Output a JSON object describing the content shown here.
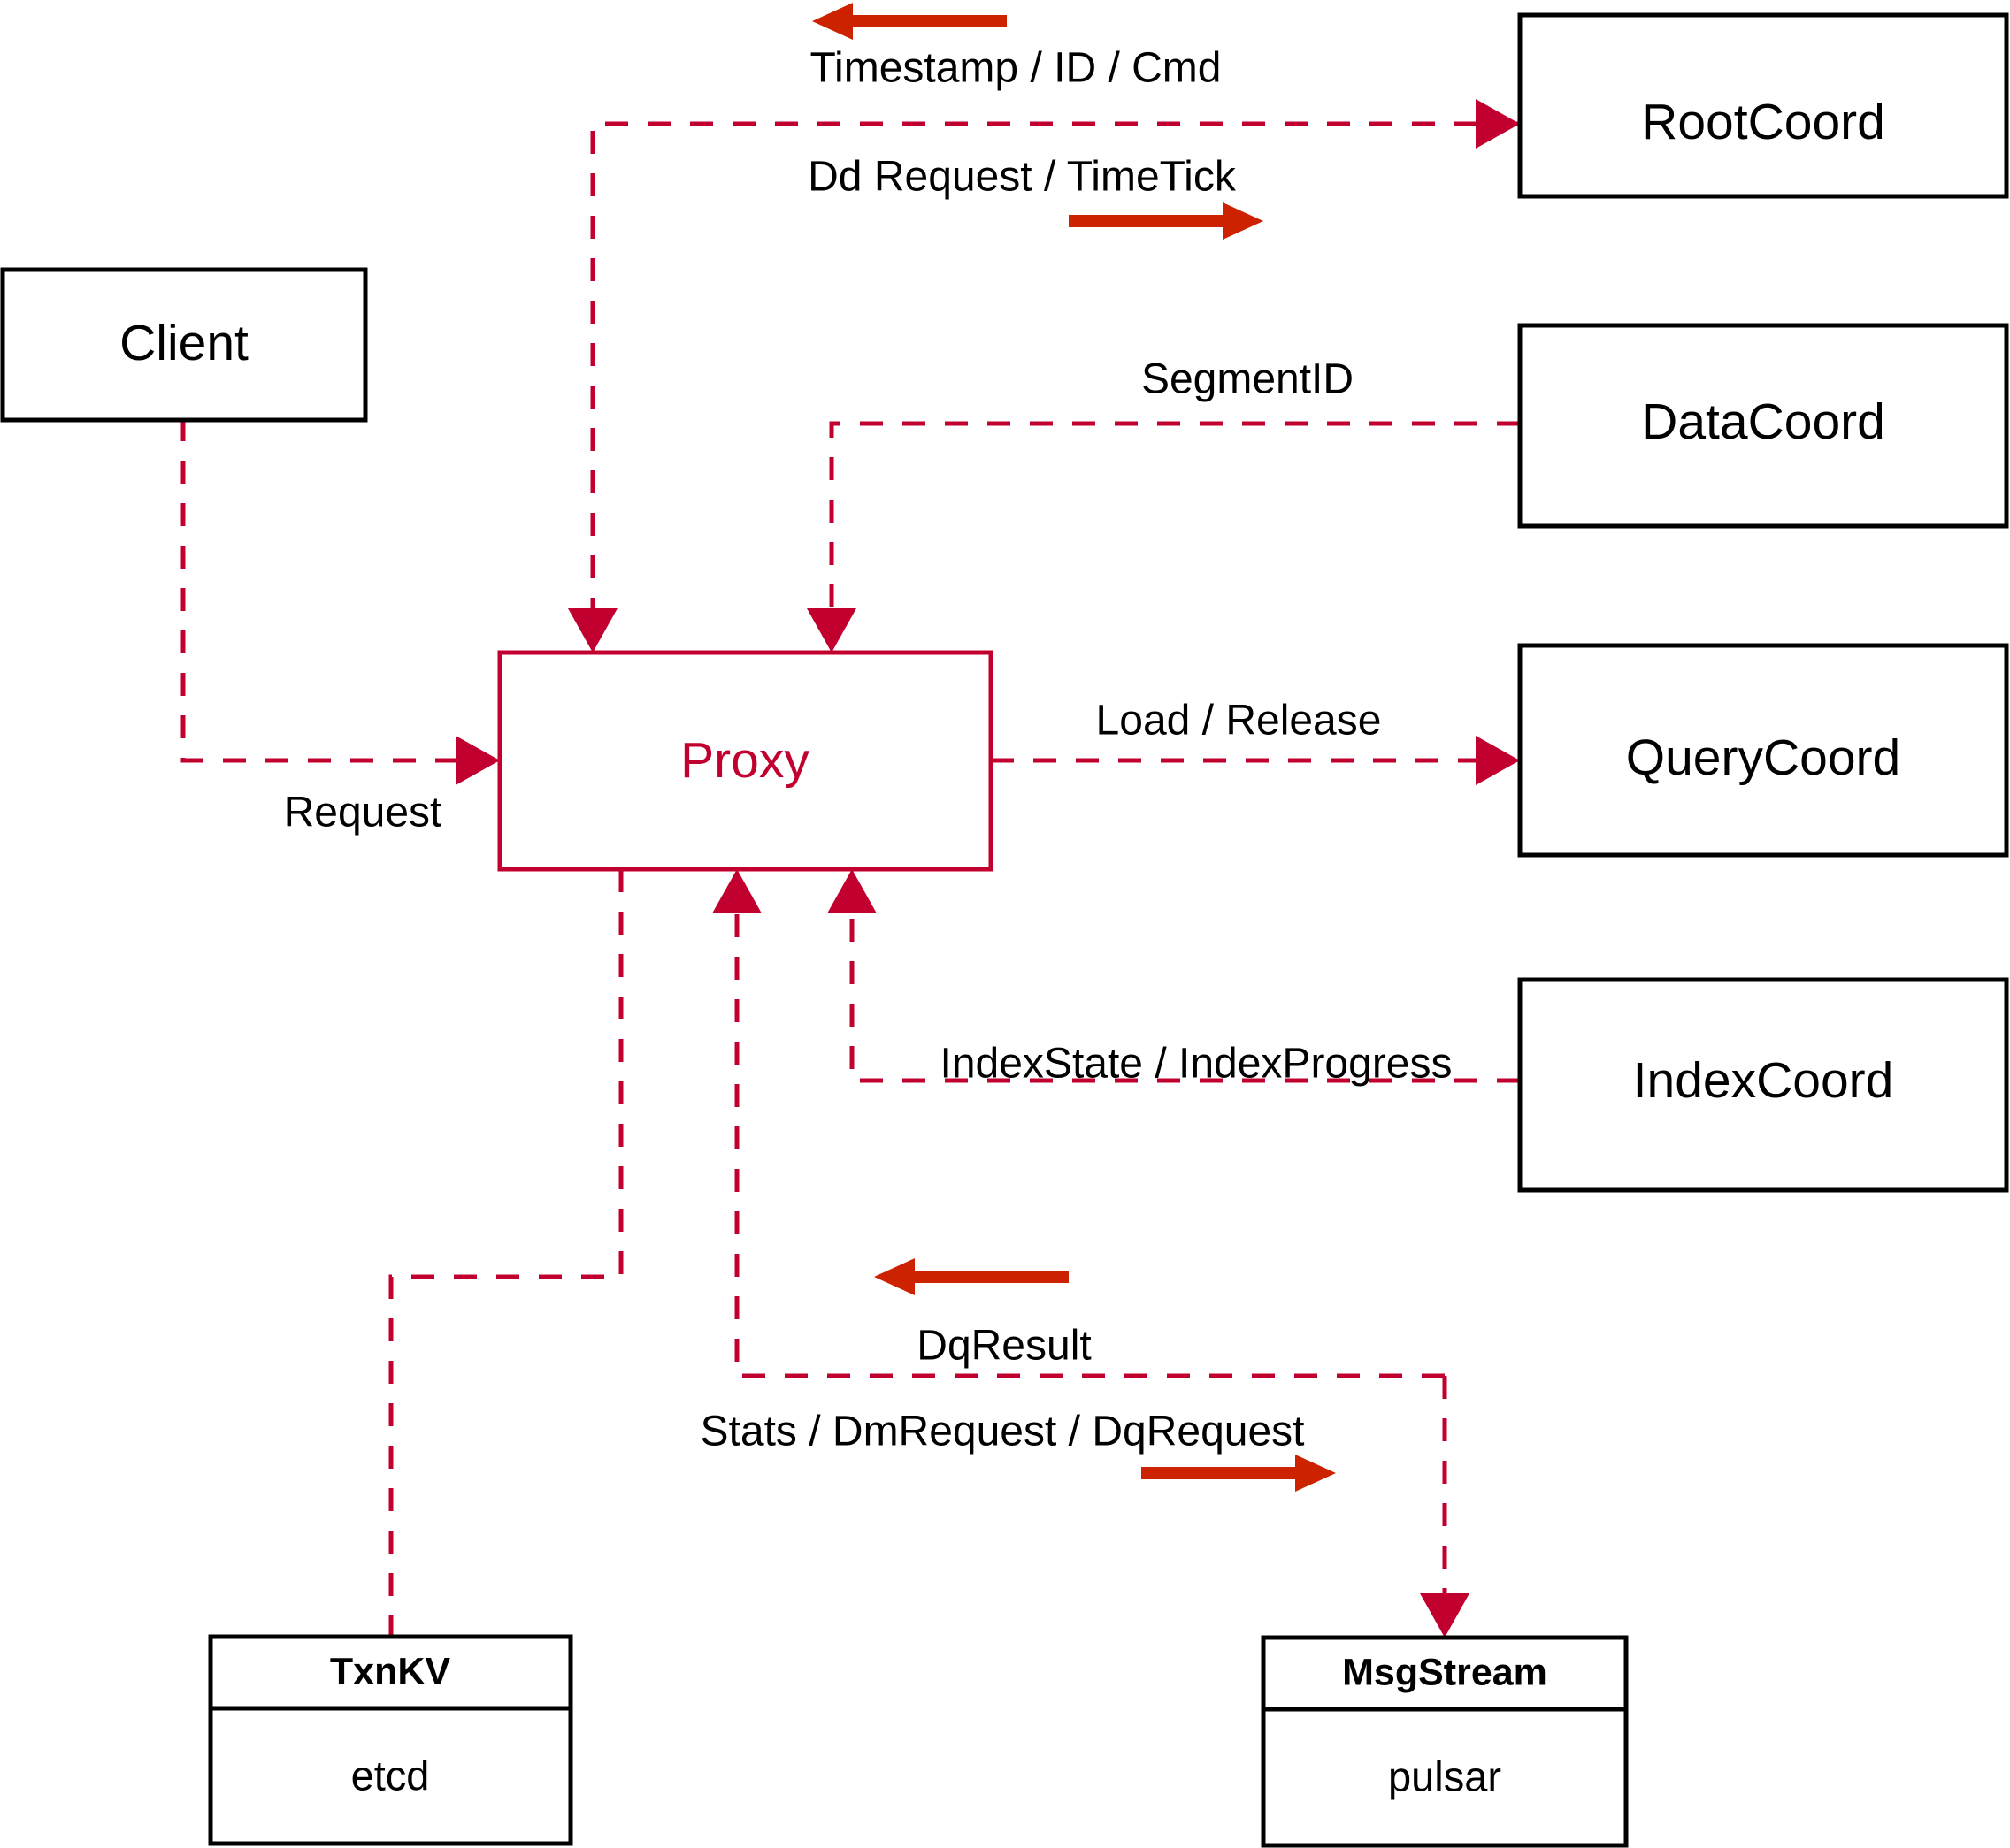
{
  "diagram": {
    "title": "Proxy component interaction diagram",
    "colors": {
      "accent": "#c2002f",
      "arrow": "#cc2200",
      "node_stroke": "#000000",
      "background": "#ffffff"
    },
    "nodes": [
      {
        "id": "client",
        "label": "Client",
        "style": "plain"
      },
      {
        "id": "proxy",
        "label": "Proxy",
        "style": "accent"
      },
      {
        "id": "rootcoord",
        "label": "RootCoord",
        "style": "plain"
      },
      {
        "id": "datacoord",
        "label": "DataCoord",
        "style": "plain"
      },
      {
        "id": "querycoord",
        "label": "QueryCoord",
        "style": "plain"
      },
      {
        "id": "indexcoord",
        "label": "IndexCoord",
        "style": "plain"
      },
      {
        "id": "txnkv",
        "label": "TxnKV",
        "sublabel": "etcd",
        "style": "two-row"
      },
      {
        "id": "msgstream",
        "label": "MsgStream",
        "sublabel": "pulsar",
        "style": "two-row"
      }
    ],
    "edges": [
      {
        "id": "client-proxy",
        "from": "client",
        "to": "proxy",
        "label": "Request"
      },
      {
        "id": "rootcoord-proxy",
        "from": "rootcoord",
        "to": "proxy",
        "label": "Timestamp / ID / Cmd"
      },
      {
        "id": "proxy-rootcoord",
        "from": "proxy",
        "to": "rootcoord",
        "label": "Dd Request / TimeTick"
      },
      {
        "id": "datacoord-proxy",
        "from": "datacoord",
        "to": "proxy",
        "label": "SegmentID"
      },
      {
        "id": "proxy-querycoord",
        "from": "proxy",
        "to": "querycoord",
        "label": "Load / Release"
      },
      {
        "id": "indexcoord-proxy",
        "from": "indexcoord",
        "to": "proxy",
        "label": "IndexState / IndexProgress"
      },
      {
        "id": "msgstream-proxy",
        "from": "msgstream",
        "to": "proxy",
        "label": "DqResult"
      },
      {
        "id": "proxy-msgstream",
        "from": "proxy",
        "to": "msgstream",
        "label": "Stats / DmRequest / DqRequest"
      },
      {
        "id": "proxy-txnkv",
        "from": "proxy",
        "to": "txnkv",
        "label": ""
      }
    ]
  }
}
